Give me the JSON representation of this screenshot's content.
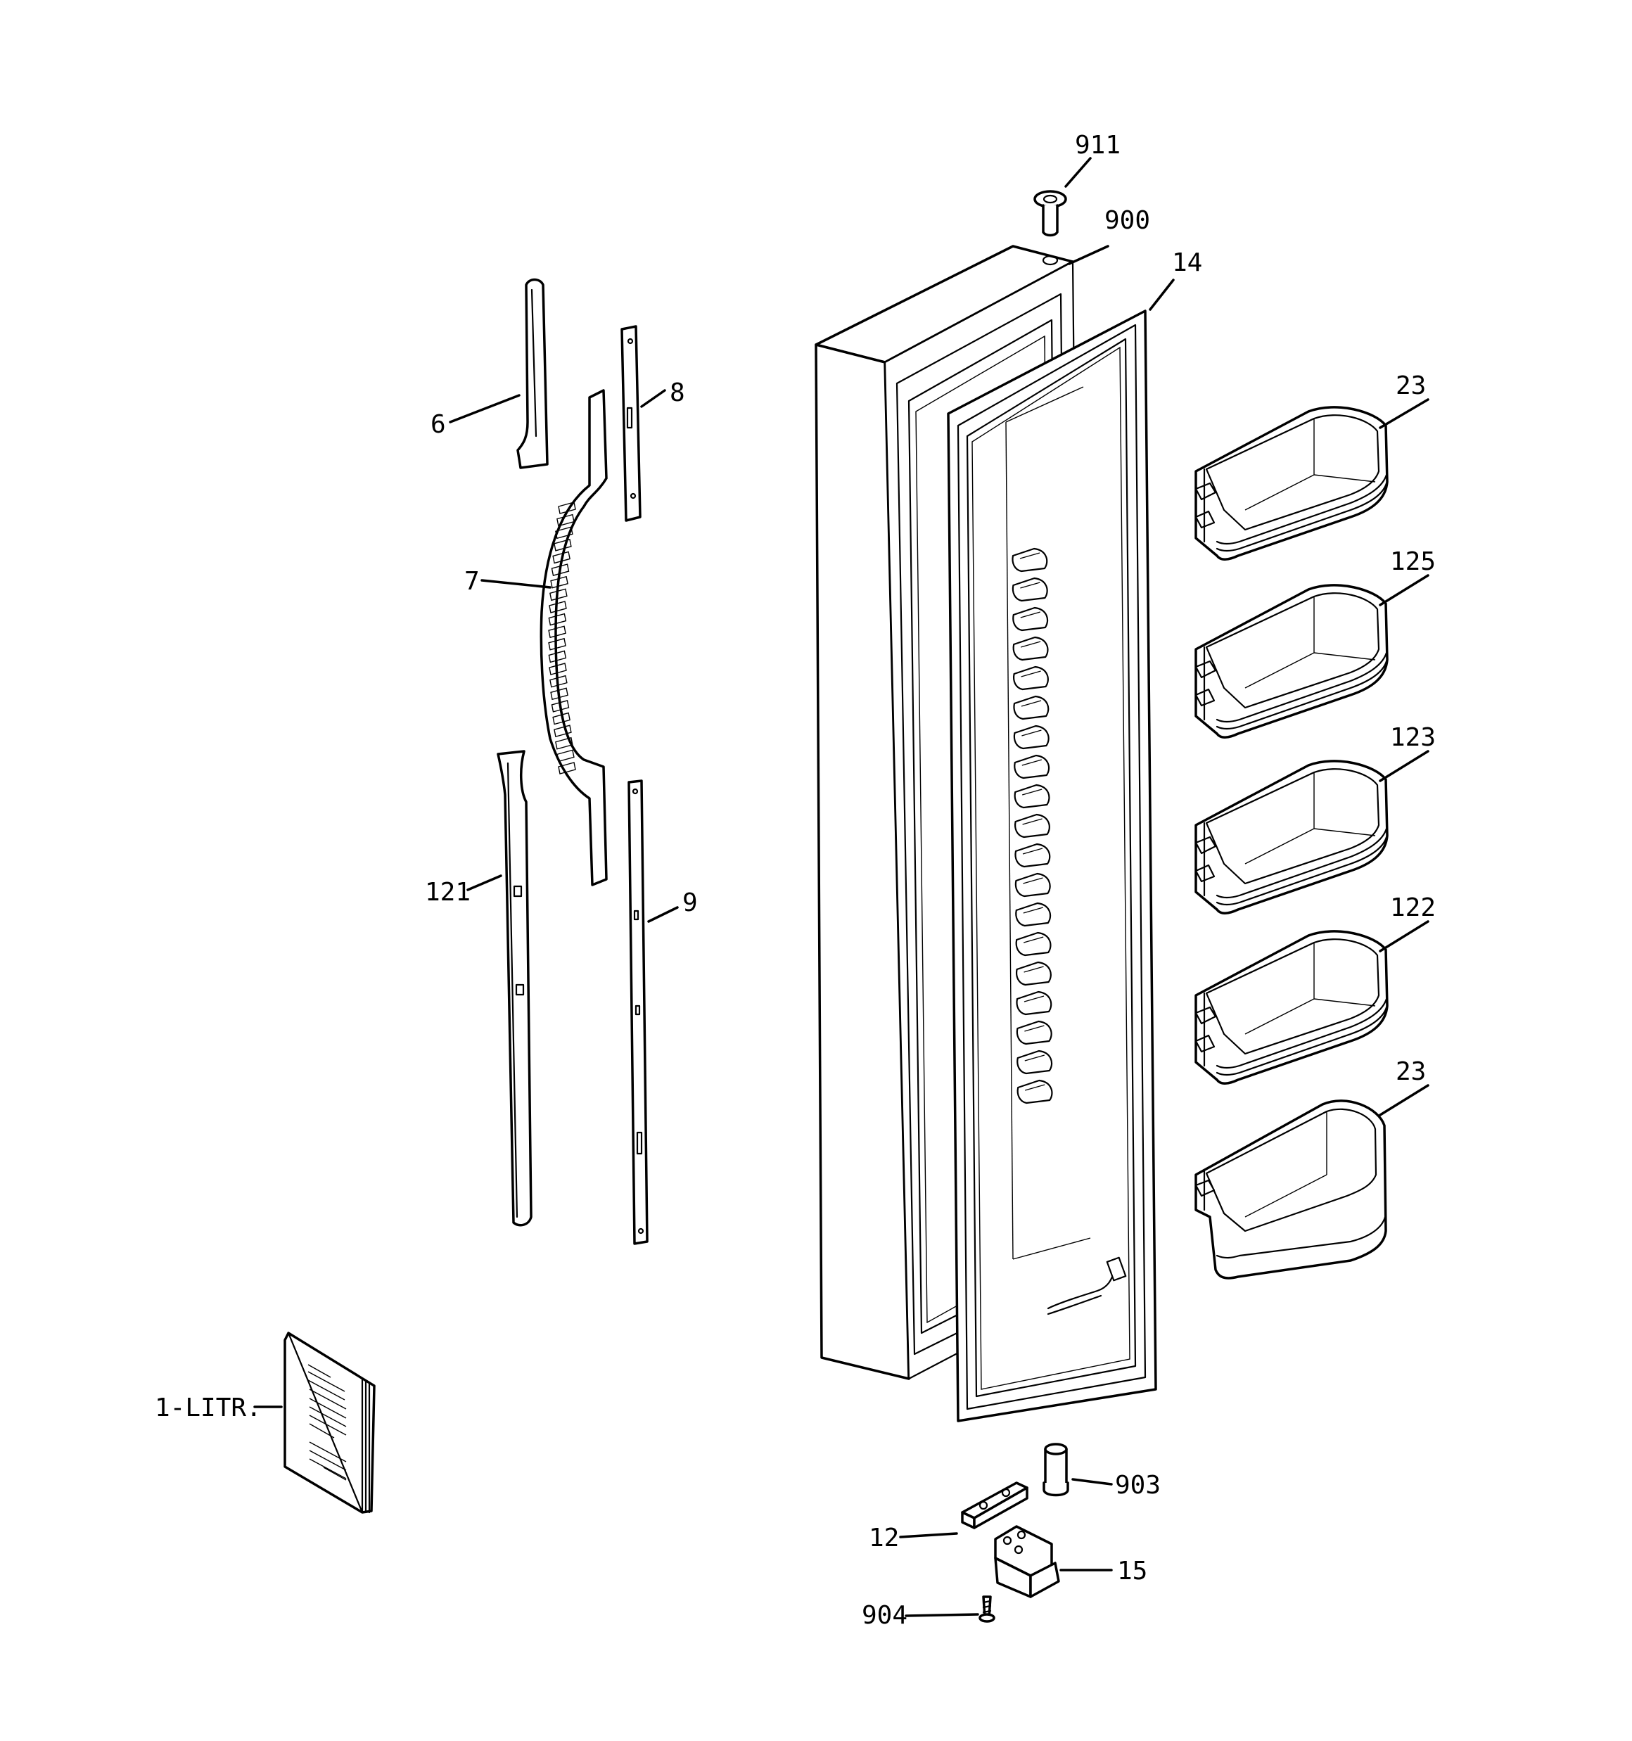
{
  "labels": {
    "p911": "911",
    "p900": "900",
    "p14": "14",
    "p6": "6",
    "p8": "8",
    "p7": "7",
    "p121": "121",
    "p9": "9",
    "p23_top": "23",
    "p125": "125",
    "p123": "123",
    "p122": "122",
    "p23_bottom": "23",
    "p1_litr": "1-LITR.",
    "p903": "903",
    "p12": "12",
    "p15": "15",
    "p904": "904"
  }
}
